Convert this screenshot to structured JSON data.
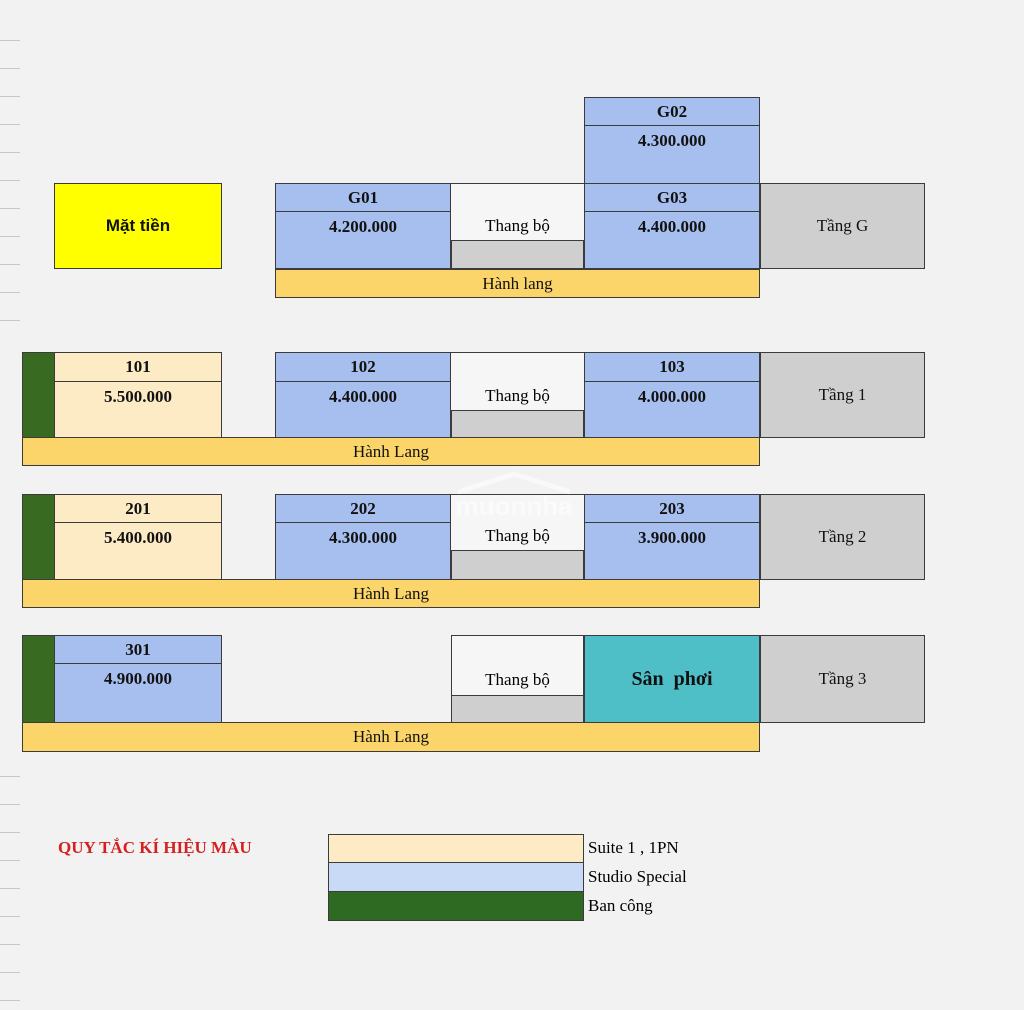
{
  "front_label": "Mặt tiền",
  "stair_label": "Thang bộ",
  "ground": {
    "floor_label": "Tầng G",
    "corridor": "Hành lang",
    "rooms": [
      {
        "id": "G01",
        "price": "4.200.000"
      },
      {
        "id": "G02",
        "price": "4.300.000"
      },
      {
        "id": "G03",
        "price": "4.400.000"
      }
    ]
  },
  "floor1": {
    "floor_label": "Tầng 1",
    "corridor": "Hành Lang",
    "rooms": [
      {
        "id": "101",
        "price": "5.500.000"
      },
      {
        "id": "102",
        "price": "4.400.000"
      },
      {
        "id": "103",
        "price": "4.000.000"
      }
    ]
  },
  "floor2": {
    "floor_label": "Tầng 2",
    "corridor": "Hành Lang",
    "rooms": [
      {
        "id": "201",
        "price": "5.400.000"
      },
      {
        "id": "202",
        "price": "4.300.000"
      },
      {
        "id": "203",
        "price": "3.900.000"
      }
    ]
  },
  "floor3": {
    "floor_label": "Tầng 3",
    "corridor": "Hành Lang",
    "rooms": [
      {
        "id": "301",
        "price": "4.900.000"
      }
    ],
    "drying_area": "Sân  phơi"
  },
  "legend": {
    "title": "QUY TẮC KÍ HIỆU MÀU",
    "items": [
      {
        "label": "Suite 1 , 1PN",
        "color": "#fdebc5"
      },
      {
        "label": "Studio Special",
        "color": "#c8daf6"
      },
      {
        "label": "Ban công",
        "color": "#2f6a22"
      }
    ]
  },
  "watermark": "muonnha",
  "colors": {
    "studio": "#a7bfee",
    "suite": "#fdebc5",
    "balcony": "#386a21",
    "corridor": "#fcd56a",
    "stair": "#cfcfcf",
    "front": "#ffff00",
    "drying": "#4ebec7",
    "legend_title": "#d42020"
  }
}
